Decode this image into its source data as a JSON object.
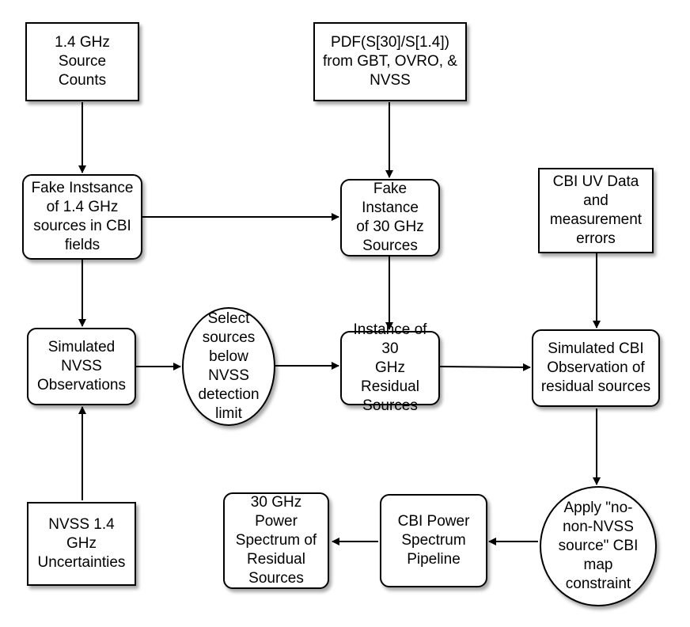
{
  "nodes": {
    "counts": "1.4 GHz\nSource\nCounts",
    "pdf": "PDF(S[30]/S[1.4])\nfrom GBT, OVRO, &\nNVSS",
    "fake14": "Fake Instsance\nof 1.4 GHz\nsources in CBI\nfields",
    "fake30": "Fake Instance\nof 30 GHz\nSources",
    "uvdata": "CBI UV Data\nand\nmeasurement\nerrors",
    "simnvss": "Simulated\nNVSS\nObservations",
    "select": "Select\nsources\nbelow\nNVSS\ndetection\nlimit",
    "residual": "Instance of 30\nGHz Residual\nSources",
    "simcbi": "Simulated CBI\nObservation of\nresidual sources",
    "nvssunc": "NVSS 1.4\nGHz\nUncertainties",
    "spectrum": "30 GHz\nPower\nSpectrum of\nResidual\nSources",
    "pipeline": "CBI Power\nSpectrum\nPipeline",
    "apply": "Apply \"no-\nnon-NVSS\nsource\" CBI\nmap\nconstraint"
  }
}
